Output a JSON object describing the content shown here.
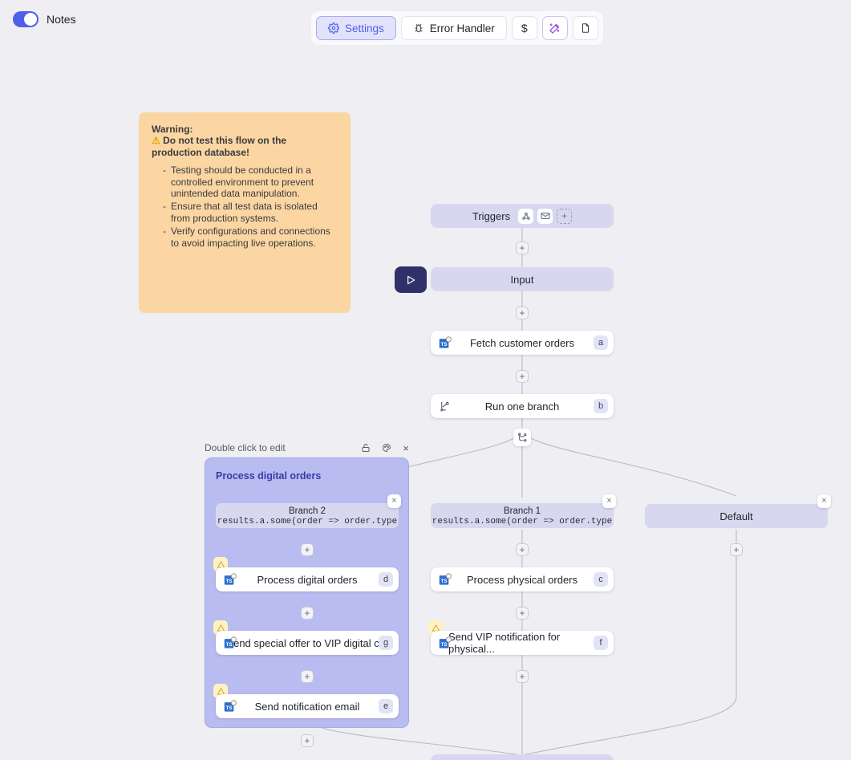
{
  "topbar": {
    "notes_label": "Notes",
    "notes_toggle_on": true,
    "buttons": [
      {
        "label": "Settings",
        "icon": "gear-icon",
        "active": true
      },
      {
        "label": "Error Handler",
        "icon": "bug-icon",
        "active": false
      },
      {
        "label": "$",
        "icon": "dollar-icon",
        "active": false
      },
      {
        "label": "",
        "icon": "magic-wand-icon",
        "active": false
      },
      {
        "label": "",
        "icon": "file-icon",
        "active": false
      }
    ]
  },
  "note": {
    "title": "Warning:",
    "headline": "Do not test this flow on the production database!",
    "warning_glyph": "⚠",
    "bullets": [
      "Testing should be conducted in a controlled environment to prevent unintended data manipulation.",
      "Ensure that all test data is isolated from production systems.",
      "Verify configurations and connections to avoid impacting live operations."
    ],
    "bg_color": "#fbd6a2"
  },
  "flow": {
    "triggers": {
      "label": "Triggers",
      "icons": [
        "webhook-icon",
        "email-icon"
      ],
      "add_label": "+"
    },
    "input": {
      "label": "Input"
    },
    "run_button_icon": "play-icon",
    "nodes": {
      "fetch": {
        "label": "Fetch customer orders",
        "badge": "a",
        "icon": "typescript-icon"
      },
      "run_one_branch": {
        "label": "Run one branch",
        "badge": "b",
        "icon": "branch-icon"
      },
      "process_physical": {
        "label": "Process physical orders",
        "badge": "c",
        "icon": "typescript-icon"
      },
      "send_vip_physical": {
        "label": "Send VIP notification for physical...",
        "badge": "f",
        "icon": "typescript-icon",
        "warning": true
      },
      "process_digital": {
        "label": "Process digital orders",
        "badge": "d",
        "icon": "typescript-icon",
        "warning": true
      },
      "send_special_offer": {
        "label": "Send special offer to VIP digital c...",
        "badge": "g",
        "icon": "typescript-icon",
        "warning": true
      },
      "send_notification": {
        "label": "Send notification email",
        "badge": "e",
        "icon": "typescript-icon",
        "warning": true
      }
    },
    "branches": {
      "branch1": {
        "title": "Branch 1",
        "expression": "results.a.some(order => order.type"
      },
      "branch2": {
        "title": "Branch 2",
        "expression": "results.a.some(order => order.type"
      },
      "default": {
        "title": "Default"
      }
    },
    "group": {
      "hint": "Double click to edit",
      "title": "Process digital orders",
      "header_icons": [
        "lock-icon",
        "palette-icon",
        "close-icon"
      ],
      "bg_color": "#b9bcf0"
    },
    "add_label": "+",
    "close_label": "×"
  },
  "colors": {
    "canvas": "#eeeef3",
    "accent": "#4f5fe8",
    "node_filled": "#d7d8ef",
    "play_button": "#2e3269",
    "group_title": "#383ca8"
  }
}
